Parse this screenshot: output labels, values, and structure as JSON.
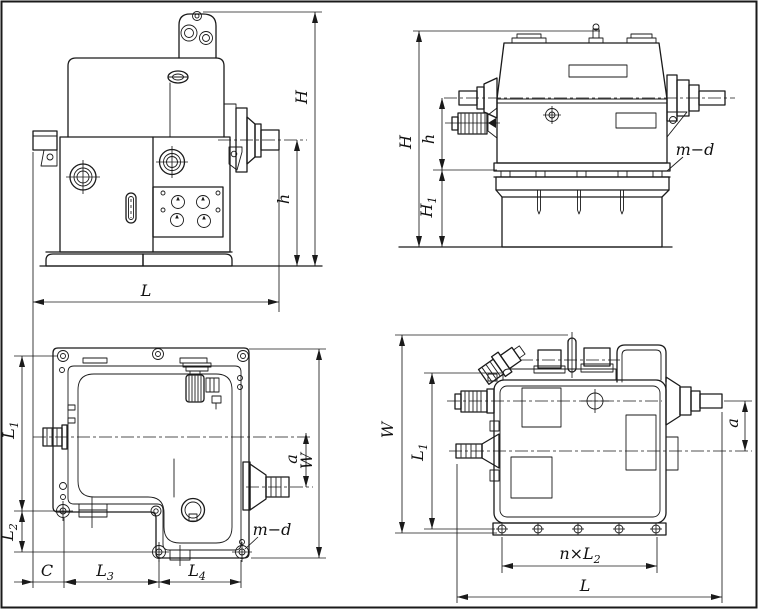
{
  "drawing": {
    "kind": "gearbox-four-view-technical-drawing",
    "colors": {
      "line": "#1a1a1a",
      "background": "#ffffff"
    },
    "views": {
      "front": {
        "title": "front-view",
        "dims": {
          "H": {
            "main": "H",
            "sub": ""
          },
          "h": {
            "main": "h",
            "sub": ""
          },
          "L": {
            "main": "L",
            "sub": ""
          }
        }
      },
      "side": {
        "title": "side-view",
        "dims": {
          "H": {
            "main": "H",
            "sub": ""
          },
          "h": {
            "main": "h",
            "sub": ""
          },
          "H1": {
            "main": "H",
            "sub": "1"
          },
          "md": {
            "main": "m−d",
            "sub": ""
          }
        }
      },
      "plan": {
        "title": "plan-view",
        "dims": {
          "L1": {
            "main": "L",
            "sub": "1"
          },
          "L2": {
            "main": "L",
            "sub": "2"
          },
          "C": {
            "main": "C",
            "sub": ""
          },
          "L3": {
            "main": "L",
            "sub": "3"
          },
          "L4": {
            "main": "L",
            "sub": "4"
          },
          "a": {
            "main": "a",
            "sub": ""
          },
          "W": {
            "main": "W",
            "sub": ""
          },
          "md": {
            "main": "m−d",
            "sub": ""
          }
        }
      },
      "bottom": {
        "title": "bottom-view",
        "dims": {
          "W": {
            "main": "W",
            "sub": ""
          },
          "L1": {
            "main": "L",
            "sub": "1"
          },
          "a": {
            "main": "a",
            "sub": ""
          },
          "nL2": {
            "main": "n×L",
            "sub": "2"
          },
          "L": {
            "main": "L",
            "sub": ""
          }
        }
      }
    }
  }
}
